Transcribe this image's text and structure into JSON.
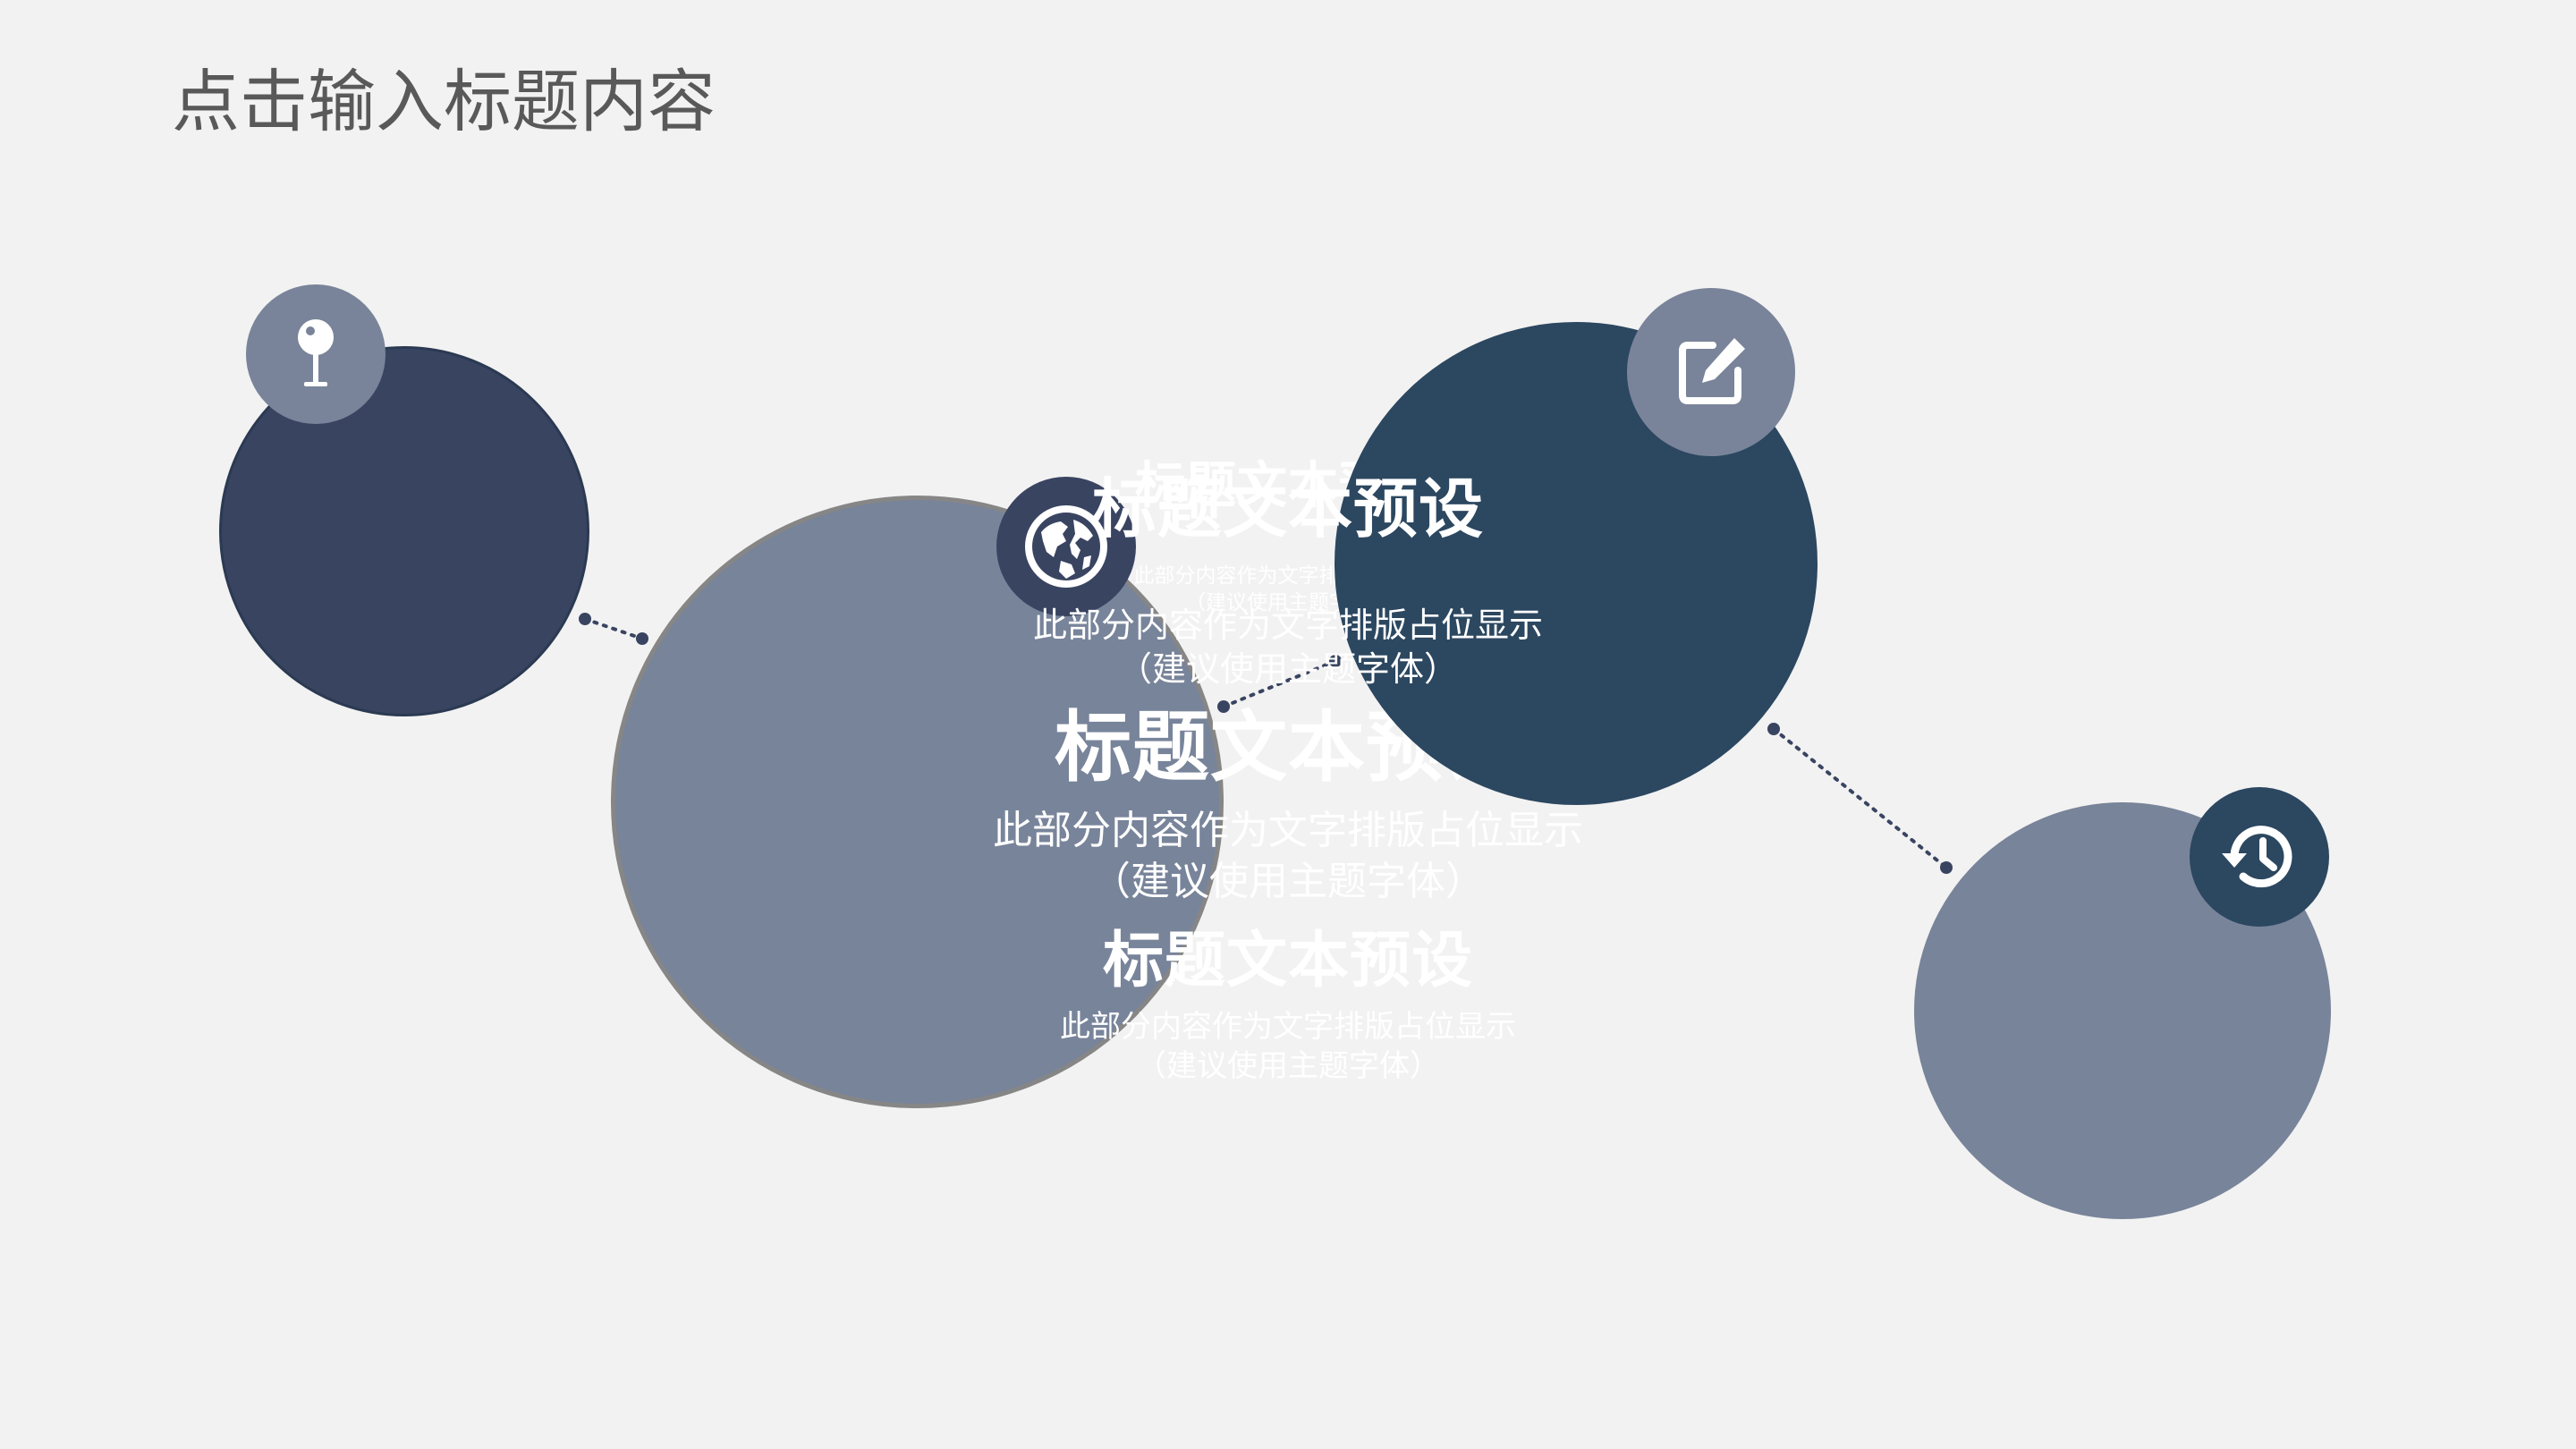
{
  "slide": {
    "title": "点击输入标题内容"
  },
  "bubbles": [
    {
      "title": "标题文本预设",
      "desc_line1": "此部分内容作为文字排版占位显示",
      "desc_line2": "（建议使用主题字体）",
      "icon": "pin-icon"
    },
    {
      "title": "标题文本预设",
      "desc_line1": "此部分内容作为文字排版占位显示",
      "desc_line2": "（建议使用主题字体）",
      "icon": "globe-icon"
    },
    {
      "title": "标题文本预设",
      "desc_line1": "此部分内容作为文字排版占位显示",
      "desc_line2": "（建议使用主题字体）",
      "icon": "edit-icon"
    },
    {
      "title": "标题文本预设",
      "desc_line1": "此部分内容作为文字排版占位显示",
      "desc_line2": "（建议使用主题字体）",
      "icon": "history-icon"
    }
  ],
  "colors": {
    "background": "#f2f2f2",
    "navy": "#394461",
    "dark_blue": "#2c4760",
    "slate_grey": "#78849a",
    "title_grey": "#595959",
    "connector": "#394461"
  }
}
